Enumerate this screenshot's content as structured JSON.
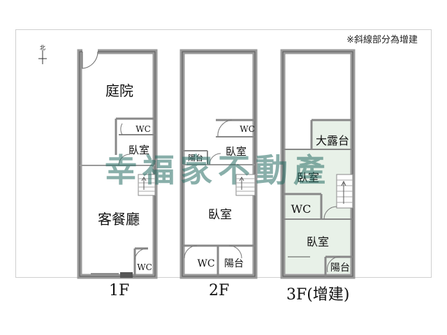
{
  "note": "※斜線部分為增建",
  "compass": {
    "north_label": "北"
  },
  "watermark": "幸福家不動產",
  "floors": [
    {
      "label": "1F",
      "rooms": {
        "courtyard": "庭院",
        "wc_upper": "WC",
        "bedroom": "臥室",
        "living_dining": "客餐廳",
        "wc_lower": "WC"
      }
    },
    {
      "label": "2F",
      "rooms": {
        "wc_upper": "WC",
        "balcony_small": "陽台",
        "bedroom_upper": "臥室",
        "bedroom_main": "臥室",
        "wc_lower": "WC",
        "balcony_lower": "陽台"
      }
    },
    {
      "label": "3F(增建)",
      "rooms": {
        "terrace": "大露台",
        "bedroom_upper": "臥室",
        "wc": "WC",
        "bedroom_lower": "臥室",
        "balcony": "陽台"
      }
    }
  ],
  "colors": {
    "wall": "#9a9a9a",
    "wall_dark": "#555555",
    "extension_fill": "#e8f1e8"
  }
}
